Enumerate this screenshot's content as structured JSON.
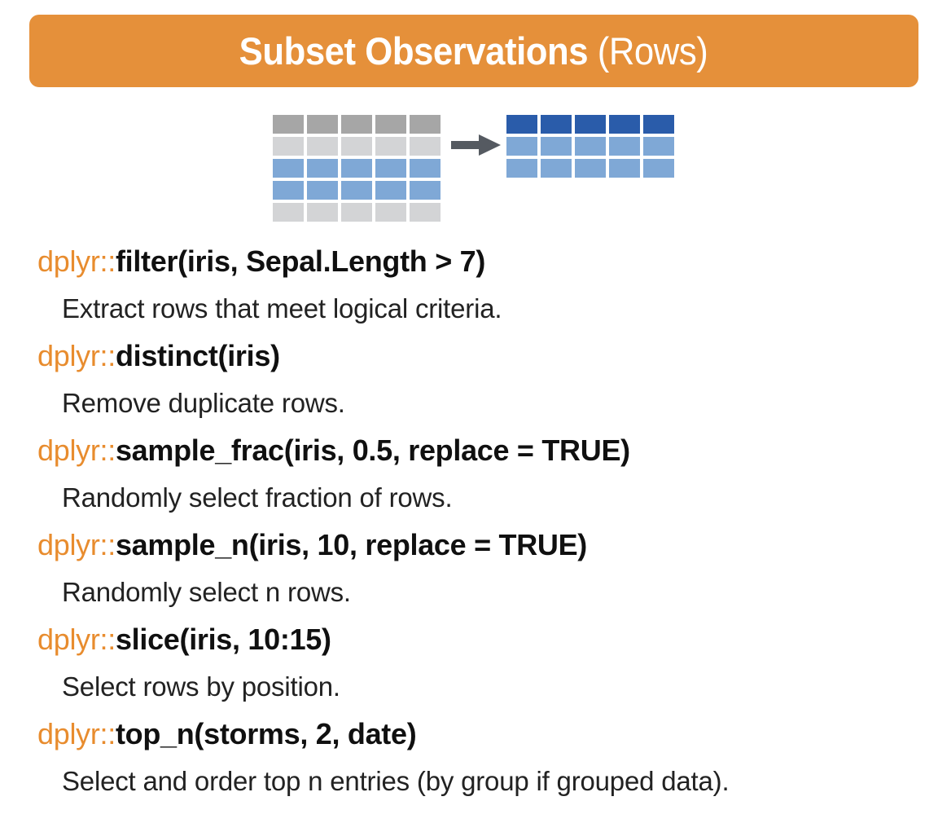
{
  "header": {
    "title_bold": "Subset Observations",
    "title_light": " (Rows)",
    "background_color": "#e5903a",
    "text_color": "#ffffff"
  },
  "diagram": {
    "name": "subset-rows-diagram",
    "arrow_icon": "right-arrow-icon",
    "arrow_color": "#555a61",
    "palette": {
      "header_gray": "#a6a6a6",
      "light_gray": "#d3d4d6",
      "blue": "#7fa8d6",
      "header_blue": "#2a5caa"
    },
    "input_table": {
      "columns": 5,
      "rows": 5,
      "row_types": [
        "header-gray",
        "gray",
        "blue",
        "blue",
        "gray"
      ]
    },
    "output_table": {
      "columns": 5,
      "rows": 3,
      "row_types": [
        "header-blue",
        "blue",
        "blue"
      ]
    }
  },
  "functions": [
    {
      "namespace": "dplyr::",
      "call": "filter(iris, Sepal.Length > 7)",
      "description": "Extract rows that meet logical criteria."
    },
    {
      "namespace": "dplyr::",
      "call": "distinct(iris)",
      "description": "Remove duplicate rows."
    },
    {
      "namespace": "dplyr::",
      "call": "sample_frac(iris, 0.5, replace = TRUE)",
      "description": "Randomly select fraction of rows."
    },
    {
      "namespace": "dplyr::",
      "call": "sample_n(iris, 10, replace = TRUE)",
      "description": "Randomly select n rows."
    },
    {
      "namespace": "dplyr::",
      "call": "slice(iris, 10:15)",
      "description": "Select rows by position."
    },
    {
      "namespace": "dplyr::",
      "call": "top_n(storms, 2, date)",
      "description": "Select and order top n entries (by group if grouped data)."
    }
  ]
}
